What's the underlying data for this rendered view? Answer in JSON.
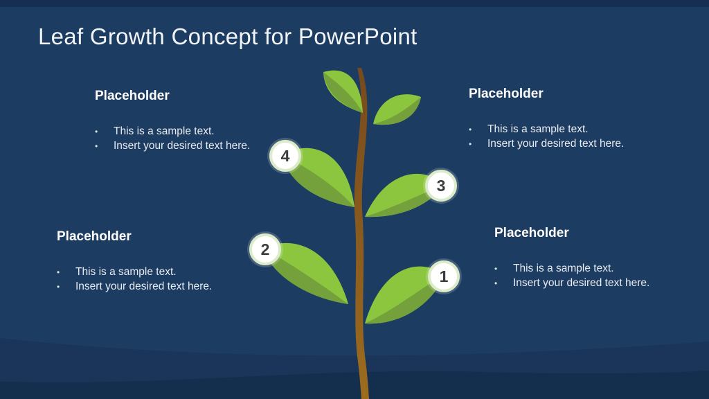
{
  "slide": {
    "title": "Leaf Growth Concept for PowerPoint"
  },
  "bullet_char": "•",
  "placeholders": [
    {
      "position": "top-left",
      "heading": "Placeholder",
      "bullets": [
        "This is a sample text.",
        "Insert your desired text here."
      ]
    },
    {
      "position": "top-right",
      "heading": "Placeholder",
      "bullets": [
        "This is a sample text.",
        "Insert your desired text here."
      ]
    },
    {
      "position": "bottom-left",
      "heading": "Placeholder",
      "bullets": [
        "This is a sample text.",
        "Insert your desired text here."
      ]
    },
    {
      "position": "bottom-right",
      "heading": "Placeholder",
      "bullets": [
        "This is a sample text.",
        "Insert your desired text here."
      ]
    }
  ],
  "markers": {
    "m1": "1",
    "m2": "2",
    "m3": "3",
    "m4": "4"
  },
  "colors": {
    "background": "#1D3C61",
    "top_bar": "#152E52",
    "title_text": "#F2F5F8",
    "heading_text": "#FFFFFF",
    "body_text": "#E9EDF3",
    "leaf_light": "#8CC63E",
    "leaf_dark": "#74A13C",
    "stem_top": "#774A1D",
    "stem_bottom": "#9C6C1E",
    "wave_mid": "#1A3559",
    "wave_dark": "#142E4E",
    "marker_ring": "#DCEBC9",
    "marker_number": "#3C3C3E"
  }
}
